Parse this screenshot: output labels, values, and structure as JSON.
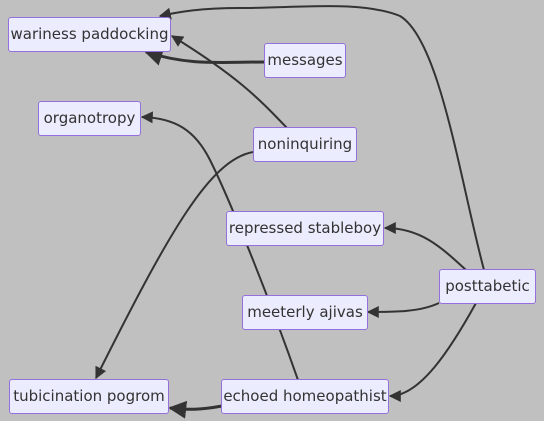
{
  "nodes": {
    "wariness_paddocking": "wariness paddocking",
    "messages": "messages",
    "organotropy": "organotropy",
    "noninquiring": "noninquiring",
    "repressed_stableboy": "repressed stableboy",
    "posttabetic": "posttabetic",
    "meeterly_ajivas": "meeterly ajivas",
    "tubicination_pogrom": "tubicination pogrom",
    "echoed_homeopathist": "echoed homeopathist"
  },
  "edges": [
    {
      "from": "posttabetic",
      "to": "wariness_paddocking"
    },
    {
      "from": "messages",
      "to": "wariness_paddocking"
    },
    {
      "from": "noninquiring",
      "to": "wariness_paddocking"
    },
    {
      "from": "noninquiring",
      "to": "tubicination_pogrom"
    },
    {
      "from": "echoed_homeopathist",
      "to": "organotropy"
    },
    {
      "from": "posttabetic",
      "to": "repressed_stableboy"
    },
    {
      "from": "posttabetic",
      "to": "meeterly_ajivas"
    },
    {
      "from": "posttabetic",
      "to": "echoed_homeopathist"
    },
    {
      "from": "echoed_homeopathist",
      "to": "tubicination_pogrom"
    }
  ]
}
